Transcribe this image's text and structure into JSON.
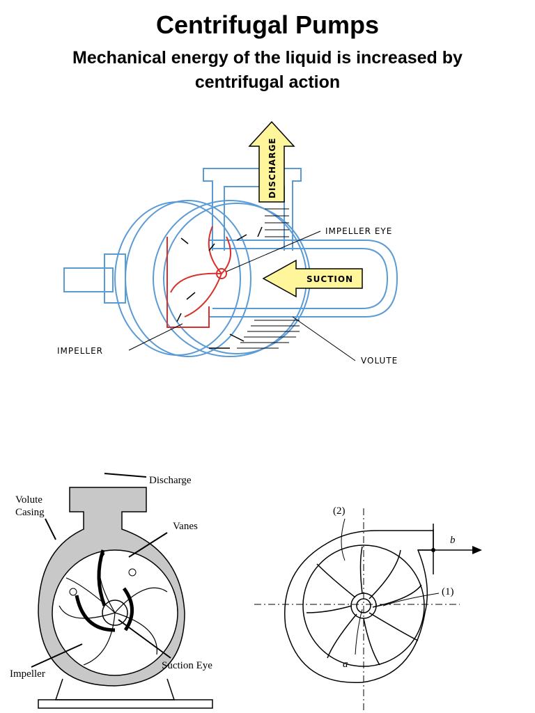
{
  "title": "Centrifugal Pumps",
  "subtitle": "Mechanical energy of the liquid is increased by centrifugal action",
  "diagram1": {
    "discharge": "DISCHARGE",
    "impeller_eye": "IMPELLER EYE",
    "suction": "SUCTION",
    "impeller": "IMPELLER",
    "volute": "VOLUTE"
  },
  "diagram2": {
    "discharge": "Discharge",
    "volute_line1": "Volute",
    "volute_line2": "Casing",
    "vanes": "Vanes",
    "impeller": "Impeller",
    "suction_eye": "Suction Eye"
  },
  "diagram3": {
    "label_2": "(2)",
    "label_1": "(1)",
    "label_b": "b",
    "label_a": "a"
  },
  "colors": {
    "casing_blue": "#5b9bd5",
    "impeller_red": "#d9302c",
    "arrow_fill": "#fff59a",
    "casing_gray": "#c8c8c8"
  }
}
